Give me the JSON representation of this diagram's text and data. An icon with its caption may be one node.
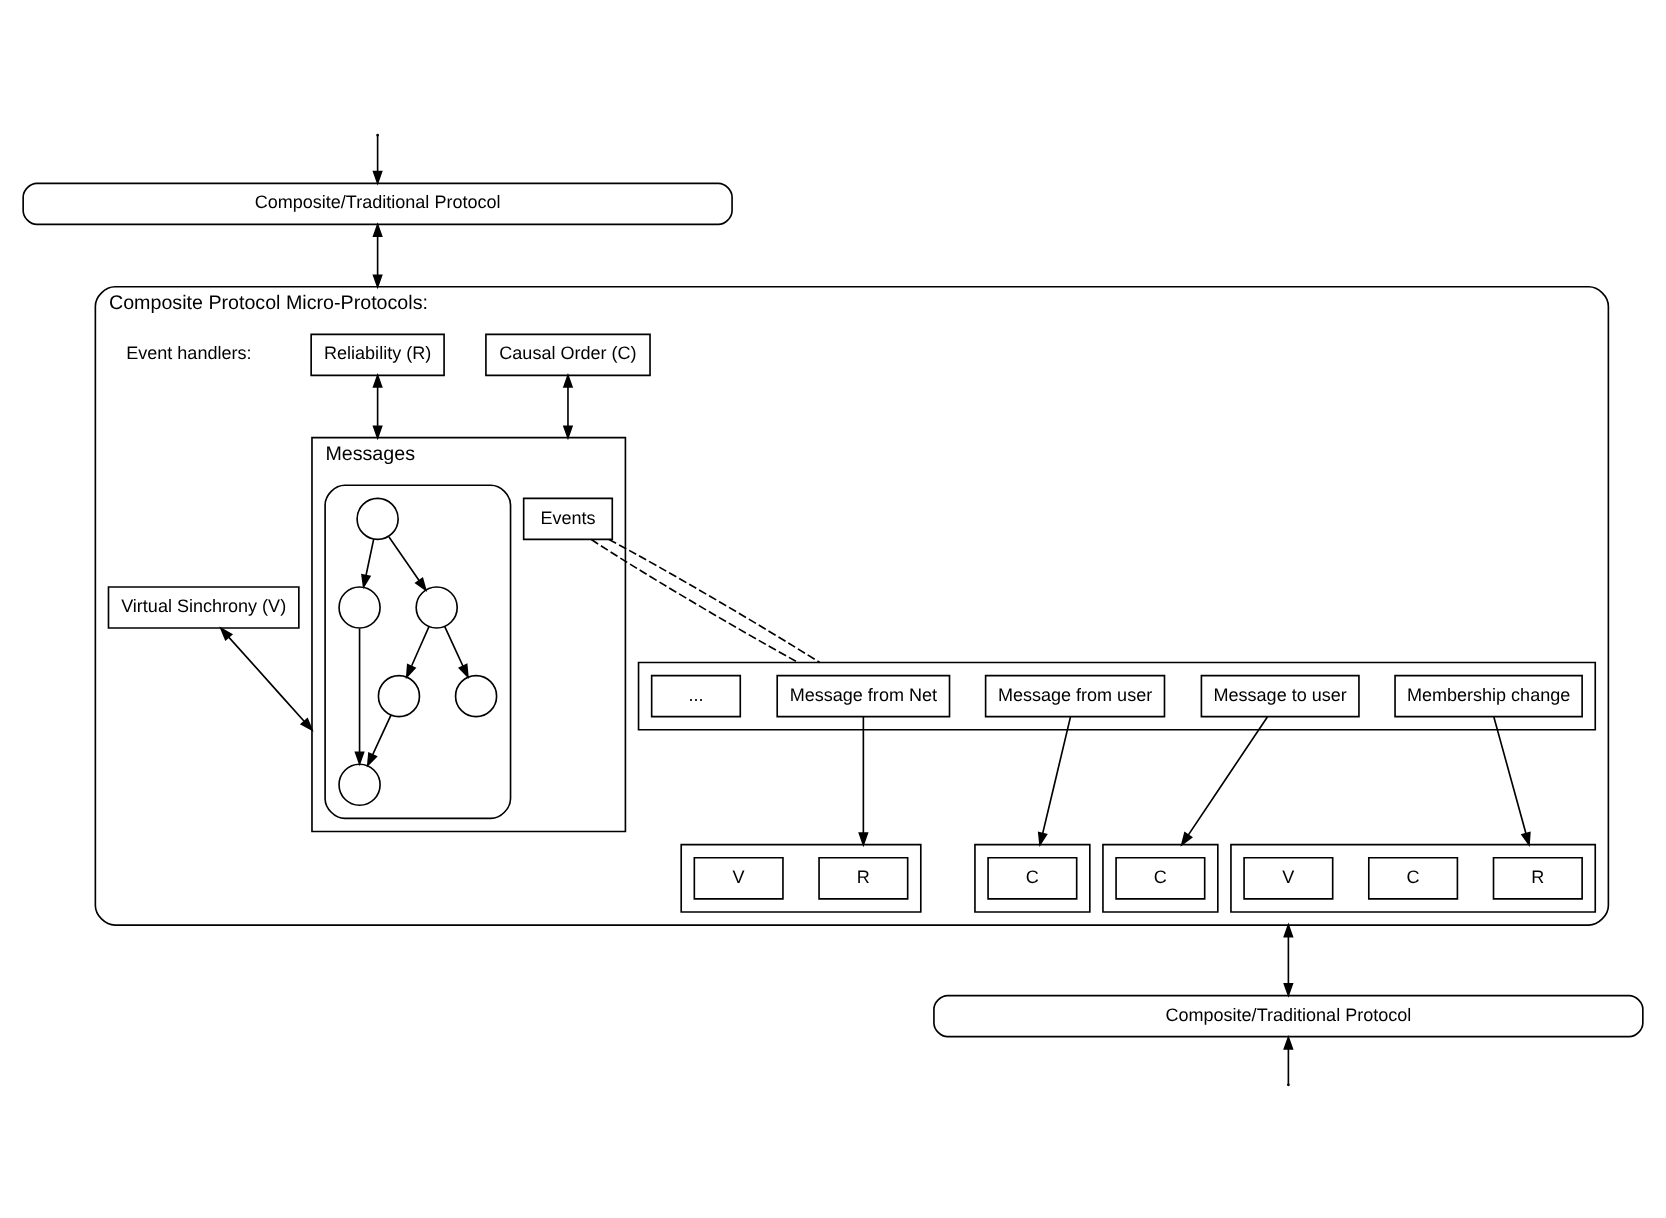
{
  "diagram": {
    "nodes": [
      {
        "text": [
          "Composite/Traditional Protocol"
        ]
      },
      {
        "text": [
          "Composite Protocol Micro-Protocols:"
        ]
      },
      {
        "text": [
          "Reliability (R)"
        ],
        "in": 1
      },
      {
        "text": [
          "Causal Order (C)"
        ],
        "in": 1
      },
      {
        "text": [
          "Virtual Sinchrony (V)"
        ],
        "in": 1
      },
      {
        "text": [
          "Messages"
        ],
        "in": 1
      },
      {
        "text": [],
        "shape": "cloud",
        "in": 5
      },
      {
        "text": [],
        "shape": "circle",
        "in": 6
      },
      {
        "text": [],
        "shape": "circle",
        "in": 6
      },
      {
        "text": [],
        "shape": "circle",
        "in": 6
      },
      {
        "text": [],
        "shape": "circle",
        "in": 6
      },
      {
        "text": [],
        "shape": "circle",
        "in": 6
      },
      {
        "text": [],
        "shape": "circle",
        "in": 6
      },
      {
        "text": [
          "Events"
        ],
        "in": 5
      },
      {
        "text": [],
        "shape": "box",
        "in": 1
      },
      {
        "text": [
          "Message from Net"
        ],
        "in": 14
      },
      {
        "text": [
          "Message from user"
        ],
        "in": 14
      },
      {
        "text": [
          "Message to user"
        ],
        "in": 14
      },
      {
        "text": [
          "Membership change"
        ],
        "in": 14
      },
      {
        "text": [
          "..."
        ],
        "in": 14
      },
      {
        "text": [],
        "shape": "box",
        "in": 1
      },
      {
        "text": [
          "R"
        ],
        "in": 20
      },
      {
        "text": [
          "V"
        ],
        "in": 20
      },
      {
        "text": [],
        "shape": "box",
        "in": 1
      },
      {
        "text": [
          "C"
        ],
        "in": 23
      },
      {
        "text": [],
        "shape": "box",
        "in": 1
      },
      {
        "text": [
          "C"
        ],
        "in": 25
      },
      {
        "text": [],
        "shape": "box",
        "in": 1
      },
      {
        "text": [
          "R"
        ],
        "in": 27
      },
      {
        "text": [
          "C"
        ],
        "in": 27
      },
      {
        "text": [
          "V"
        ],
        "in": 27
      },
      {
        "text": [
          "Composite/Traditional Protocol"
        ]
      }
    ],
    "edges": [
      {
        "from": null,
        "to": 0,
        "arrow": "to"
      },
      {
        "from": 0,
        "to": 1,
        "arrow": "both"
      },
      {
        "from": 2,
        "to": 5,
        "arrow": "both"
      },
      {
        "from": 3,
        "to": 5,
        "arrow": "both"
      },
      {
        "from": 4,
        "to": 5,
        "arrow": "both"
      },
      {
        "from": 7,
        "to": 8,
        "arrow": "to"
      },
      {
        "from": 7,
        "to": 9,
        "arrow": "to"
      },
      {
        "from": 8,
        "to": 11,
        "arrow": "to"
      },
      {
        "from": 8,
        "to": 10,
        "arrow": "to"
      },
      {
        "from": 10,
        "to": 12,
        "arrow": "to"
      },
      {
        "from": 9,
        "to": 12,
        "arrow": "to"
      },
      {
        "from": 13,
        "to": 14,
        "arrow": "none",
        "style": "dashed"
      },
      {
        "from": 13,
        "to": 14,
        "arrow": "none",
        "style": "dashed"
      },
      {
        "from": 15,
        "to": 20,
        "arrow": "to"
      },
      {
        "from": 16,
        "to": 23,
        "arrow": "to"
      },
      {
        "from": 17,
        "to": 25,
        "arrow": "to"
      },
      {
        "from": 18,
        "to": 27,
        "arrow": "to"
      },
      {
        "from": 1,
        "to": 31,
        "arrow": "both"
      },
      {
        "from": null,
        "to": 31,
        "arrow": "to"
      }
    ],
    "labels": [
      "Event handlers:"
    ]
  }
}
